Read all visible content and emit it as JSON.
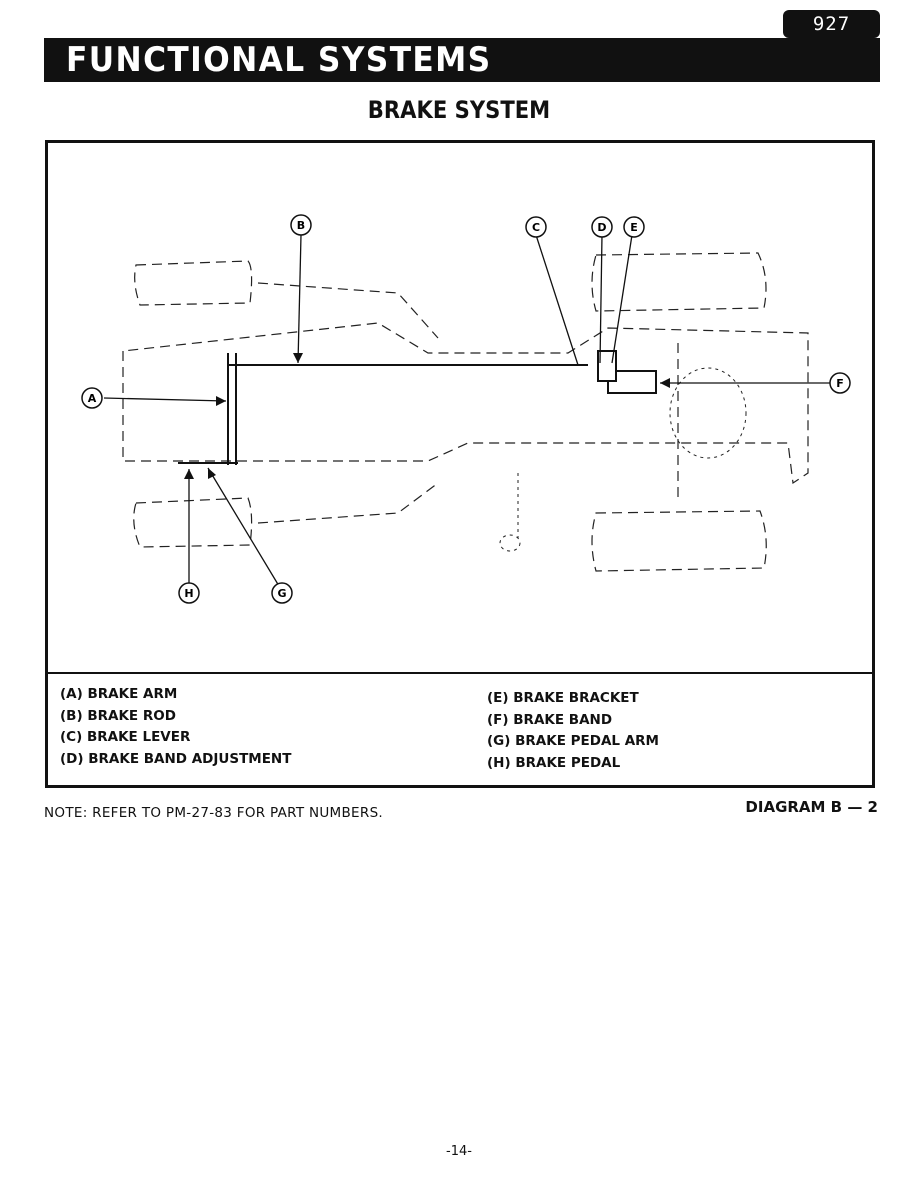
{
  "page_badge": "927",
  "header": {
    "title": "FUNCTIONAL SYSTEMS"
  },
  "section_title": "BRAKE SYSTEM",
  "callouts": {
    "A": "A",
    "B": "B",
    "C": "C",
    "D": "D",
    "E": "E",
    "F": "F",
    "G": "G",
    "H": "H"
  },
  "legend": {
    "left": [
      "(A) BRAKE ARM",
      "(B) BRAKE ROD",
      "(C) BRAKE LEVER",
      "(D) BRAKE BAND ADJUSTMENT"
    ],
    "right": [
      "(E) BRAKE BRACKET",
      "(F) BRAKE BAND",
      "(G) BRAKE PEDAL ARM",
      "(H) BRAKE PEDAL"
    ]
  },
  "note": "NOTE: REFER TO PM-27-83 FOR PART NUMBERS.",
  "diagram_label": "DIAGRAM B — 2",
  "page_number": "-14-"
}
